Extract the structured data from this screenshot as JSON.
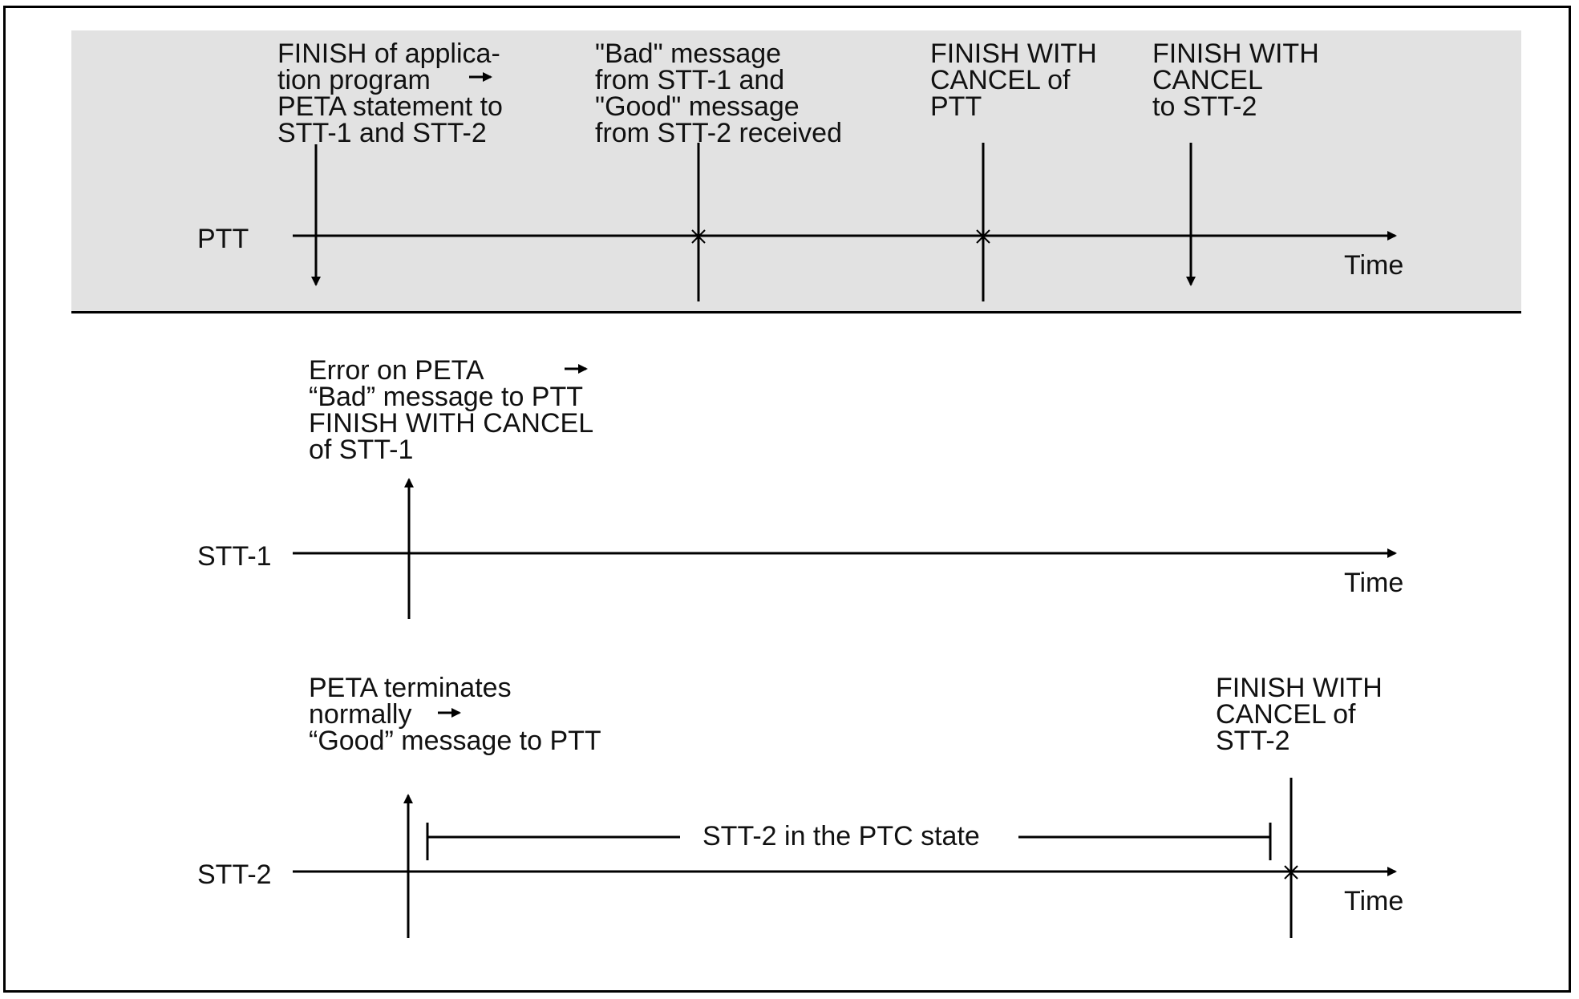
{
  "lanes": {
    "ptt": "PTT",
    "stt1": "STT-1",
    "stt2": "STT-2"
  },
  "time_label": "Time",
  "ptt_events": {
    "finish_app": [
      "FINISH of applica-",
      "tion program",
      "PETA statement to",
      "STT-1 and STT-2"
    ],
    "bad_good": [
      "\"Bad\" message",
      "from STT-1 and",
      "\"Good\" message",
      "from STT-2 received"
    ],
    "finish_cancel_ptt": [
      "FINISH WITH",
      "CANCEL of",
      "PTT"
    ],
    "finish_cancel_stt2": [
      "FINISH WITH",
      "CANCEL",
      "to STT-2"
    ]
  },
  "stt1_events": {
    "error": [
      "Error on PETA",
      "“Bad” message to PTT",
      "FINISH WITH CANCEL",
      "of STT-1"
    ]
  },
  "stt2_events": {
    "peta_normal": [
      "PETA terminates",
      "normally",
      "“Good” message to PTT"
    ],
    "finish_cancel": [
      "FINISH WITH",
      "CANCEL of",
      "STT-2"
    ],
    "ptc_state": "STT-2 in the PTC state"
  },
  "colors": {
    "shade": "#e2e2e2",
    "ink": "#000000"
  }
}
